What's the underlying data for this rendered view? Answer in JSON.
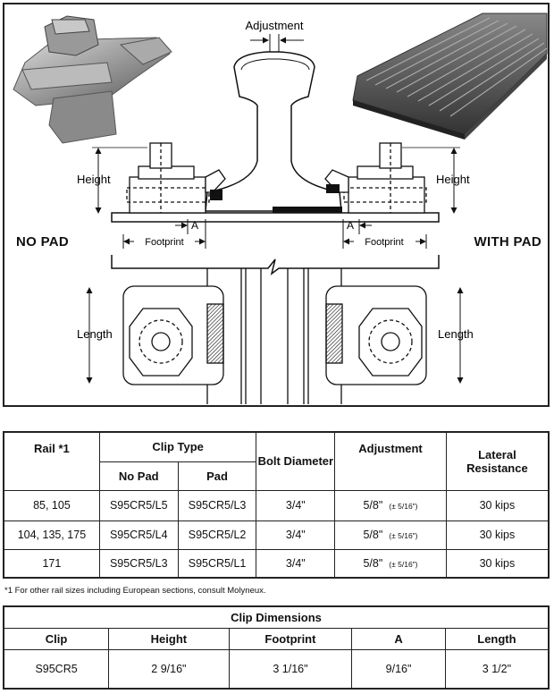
{
  "diagram": {
    "adjustment_label": "Adjustment",
    "height_label": "Height",
    "length_label": "Length",
    "footprint_label": "Footprint",
    "a_label": "A",
    "left_side_label": "NO PAD",
    "right_side_label": "WITH PAD"
  },
  "clip_table": {
    "headers": {
      "rail": "Rail  *1",
      "clip_type": "Clip Type",
      "no_pad": "No Pad",
      "pad": "Pad",
      "bolt_diameter": "Bolt Diameter",
      "adjustment": "Adjustment",
      "lateral_resistance": "Lateral Resistance"
    },
    "rows": [
      {
        "rail": "85, 105",
        "no_pad": "S95CR5/L5",
        "pad": "S95CR5/L3",
        "bolt": "3/4\"",
        "adjustment": "5/8\"",
        "tolerance": "(± 5/16\")",
        "lateral": "30 kips"
      },
      {
        "rail": "104, 135, 175",
        "no_pad": "S95CR5/L4",
        "pad": "S95CR5/L2",
        "bolt": "3/4\"",
        "adjustment": "5/8\"",
        "tolerance": "(± 5/16\")",
        "lateral": "30 kips"
      },
      {
        "rail": "171",
        "no_pad": "S95CR5/L3",
        "pad": "S95CR5/L1",
        "bolt": "3/4\"",
        "adjustment": "5/8\"",
        "tolerance": "(± 5/16\")",
        "lateral": "30 kips"
      }
    ]
  },
  "footnote": "*1  For other rail sizes including European sections, consult Molyneux.",
  "dimensions_table": {
    "title": "Clip Dimensions",
    "headers": [
      "Clip",
      "Height",
      "Footprint",
      "A",
      "Length"
    ],
    "row": [
      "S95CR5",
      "2 9/16\"",
      "3 1/16\"",
      "9/16\"",
      "3 1/2\""
    ]
  }
}
